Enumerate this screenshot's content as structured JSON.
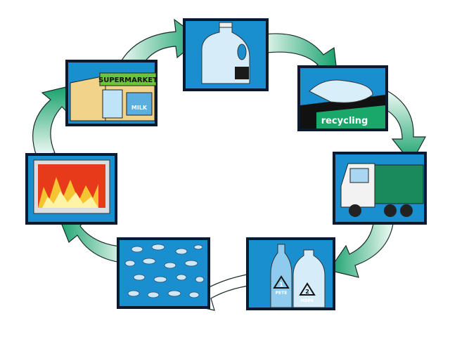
{
  "colors": {
    "panel_blue": "#1a8fd0",
    "panel_border": "#0b1a2e",
    "arrow_green": "#1aa76a",
    "arrow_light": "#e6f7ef"
  },
  "panels": [
    {
      "id": "supermarket",
      "sign": "SUPERMARKET",
      "window_sign": "MILK"
    },
    {
      "id": "milk-jug"
    },
    {
      "id": "recycling-bin",
      "label": "recycling"
    },
    {
      "id": "garbage-truck"
    },
    {
      "id": "plastic-bottles",
      "codes": [
        {
          "number": "1",
          "resin": "PETE"
        },
        {
          "number": "2",
          "resin": "HDPE"
        }
      ]
    },
    {
      "id": "plastic-flakes"
    },
    {
      "id": "melting-fire"
    }
  ]
}
